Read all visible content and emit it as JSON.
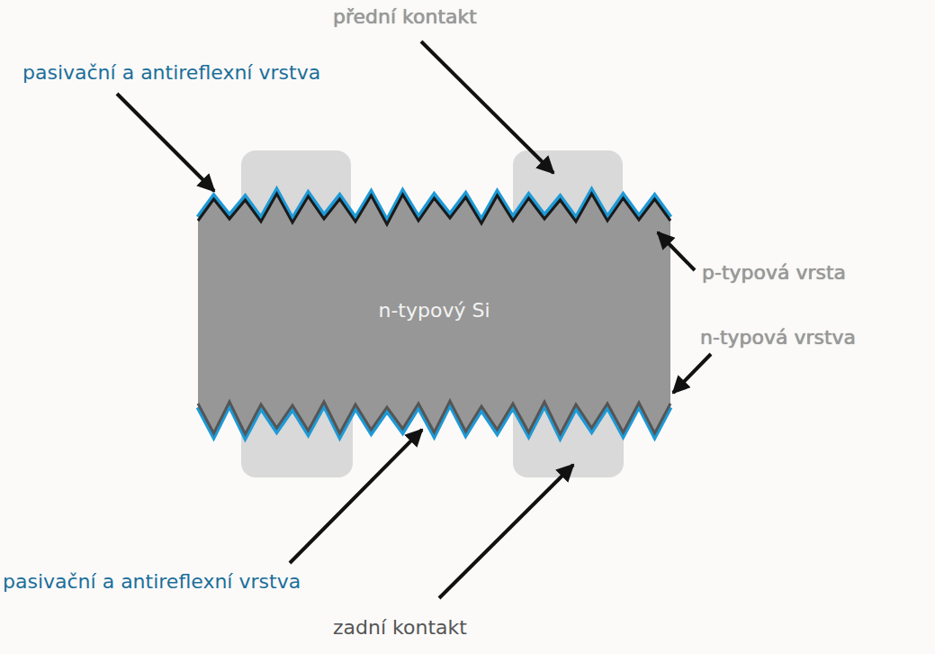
{
  "diagram": {
    "nodes": [
      {
        "text": [
          "n-typový Si"
        ]
      }
    ],
    "labels": [
      "přední kontakt",
      "pasivační a antireflexní vrstva",
      "p-typová vrsta",
      "n-typová vrstva",
      "pasivační a antireflexní vrstva",
      "zadní kontakt"
    ]
  }
}
